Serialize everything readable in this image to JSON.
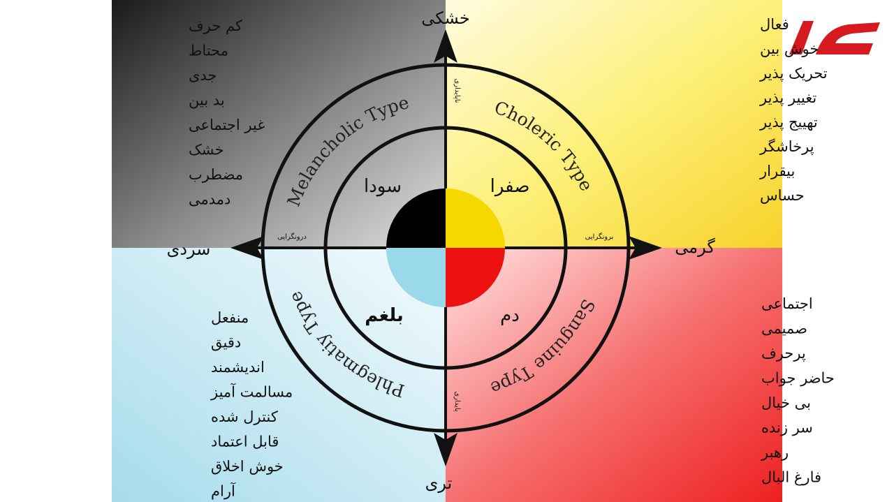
{
  "logo": {
    "text": "رکنا",
    "color": "#d71920"
  },
  "colors": {
    "melancholic_bg": "#6e6e6e",
    "choleric_bg": "#fce85a",
    "sanguine_bg": "#f34a4a",
    "phlegmatic_bg": "#bfe6f2",
    "black_humor": "#000000",
    "yellow_humor": "#f5d800",
    "red_humor": "#ee1111",
    "blue_humor": "#9ad9ea"
  },
  "axes": {
    "top": "خشکی",
    "bottom": "تری",
    "left": "سردی",
    "right": "گرمی",
    "left_small": "درونگرایی",
    "right_small": "برونگرایی",
    "top_small": "ناپایداری",
    "bottom_small": "پایداری"
  },
  "types": {
    "melancholic": "Melancholic Type",
    "choleric": "Choleric Type",
    "sanguine": "Sanguine Type",
    "phlegmatic": "Phlegmatiy Type"
  },
  "humors": {
    "sauda": "سودا",
    "safra": "صفرا",
    "balgham": "بلغم",
    "dam": "دم"
  },
  "traits": {
    "top_left": [
      "کم حرف",
      "محتاط",
      "جدی",
      "بد بین",
      "غیر اجتماعی",
      "خشک",
      "مضطرب",
      "دمدمی"
    ],
    "top_right": [
      "فعال",
      "خوش بین",
      "تحریک پذیر",
      "تغییر پذیر",
      "تهییج پذیر",
      "پرخاشگر",
      "بیقرار",
      "حساس"
    ],
    "bottom_left": [
      "منفعل",
      "دقیق",
      "اندیشمند",
      "مسالمت آمیز",
      "کنترل شده",
      "قابل اعتماد",
      "خوش اخلاق",
      "آرام"
    ],
    "bottom_right": [
      "اجتماعی",
      "صمیمی",
      "پرحرف",
      "حاضر جواب",
      "بی خیال",
      "سر زنده",
      "رهبر",
      "فارغ البال"
    ]
  }
}
